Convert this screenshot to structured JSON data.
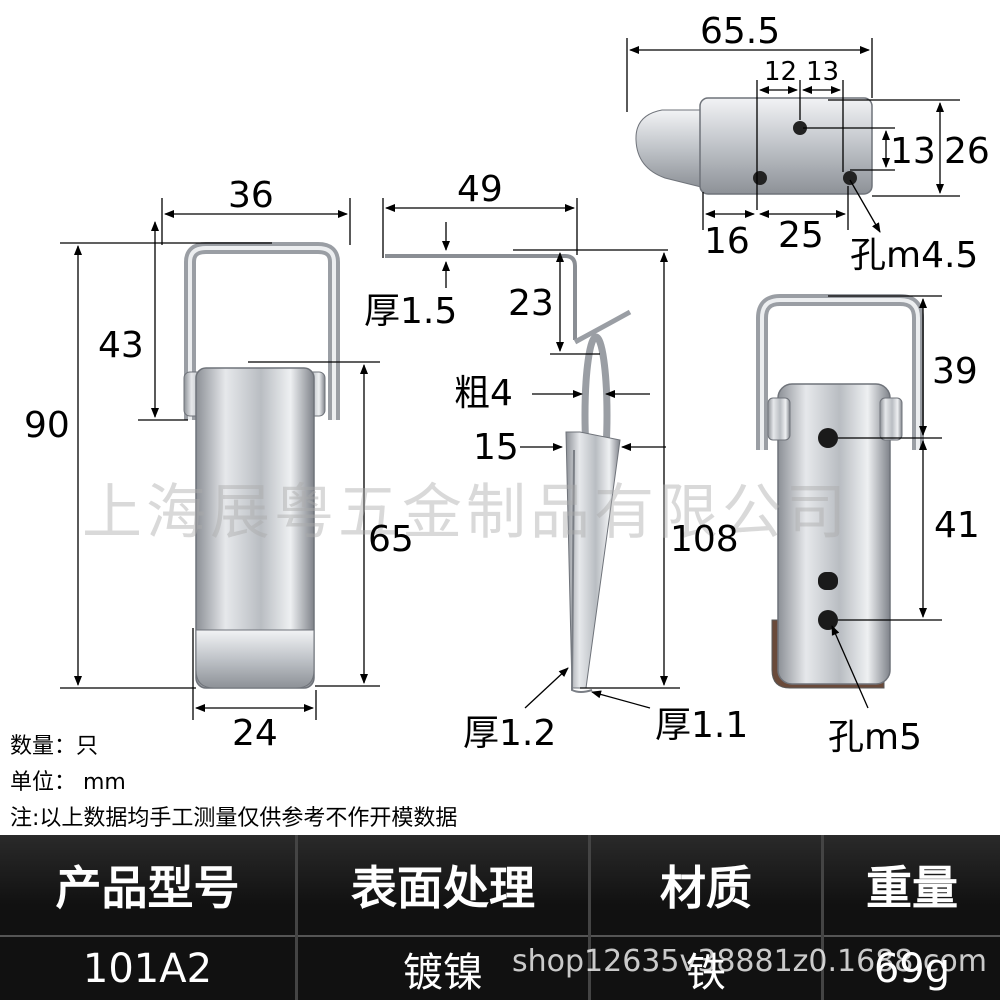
{
  "dims": {
    "w36": "36",
    "h43": "43",
    "h90": "90",
    "h65": "65",
    "w24": "24",
    "w49": "49",
    "thick15": "厚1.5",
    "h23": "23",
    "dia4": "粗4",
    "w15": "15",
    "h108": "108",
    "thick12": "厚1.2",
    "thick11": "厚1.1",
    "w655": "65.5",
    "w12": "12",
    "w13": "13",
    "h13": "13",
    "h26": "26",
    "w16": "16",
    "w25": "25",
    "hole45": "孔m4.5",
    "h39": "39",
    "h41": "41",
    "hole5": "孔m5"
  },
  "notes": {
    "quantity": "数量：只",
    "unit": "单位：  mm",
    "disclaimer": "注:以上数据均手工测量仅供参考不作开模数据"
  },
  "watermark": "上海展粤五金制品有限公司",
  "spec_table": {
    "headers": [
      "产品型号",
      "表面处理",
      "材质",
      "重量"
    ],
    "values": [
      "101A2",
      "镀镍",
      "铁",
      "69g"
    ]
  },
  "shop_watermark": "shop12635v38881z0.1688.com",
  "colors": {
    "metal": "#c7cacf",
    "metal_dark": "#8a8e94",
    "table_bg": "#111111"
  }
}
